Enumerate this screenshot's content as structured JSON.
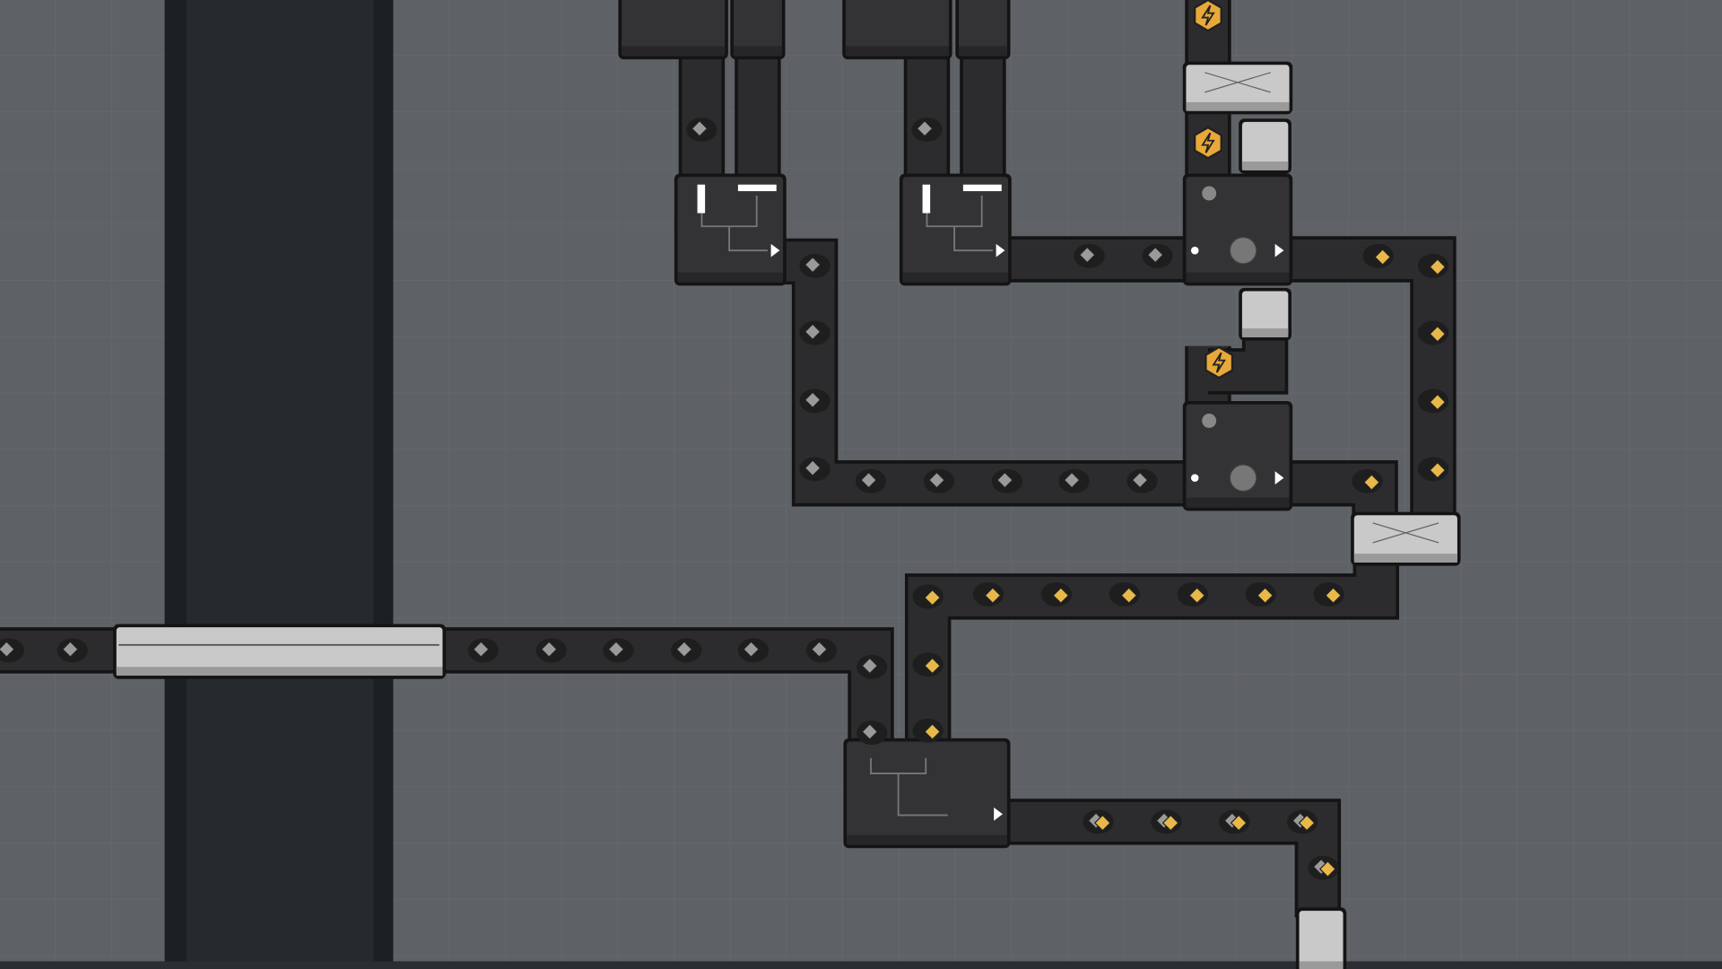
{
  "game": {
    "view": "factory-map",
    "colors": {
      "ground": "#5e6166",
      "grid": "#686b70",
      "void_strip": "#262a2e",
      "void_edge": "#1d2023",
      "belt": "#2c2c2e",
      "outline": "#141414",
      "building": "#333335",
      "light_building": "#c9c9c9",
      "item_gray": "#8a8a8a",
      "item_yellow": "#e8b94a",
      "energy": "#e8a93a"
    },
    "buildings": [
      "cutter",
      "stacker",
      "painter",
      "balancer",
      "tunnel",
      "energy-generator",
      "trash"
    ],
    "items": [
      "gray-diamond",
      "yellow-diamond",
      "gray-yellow-combined"
    ]
  }
}
